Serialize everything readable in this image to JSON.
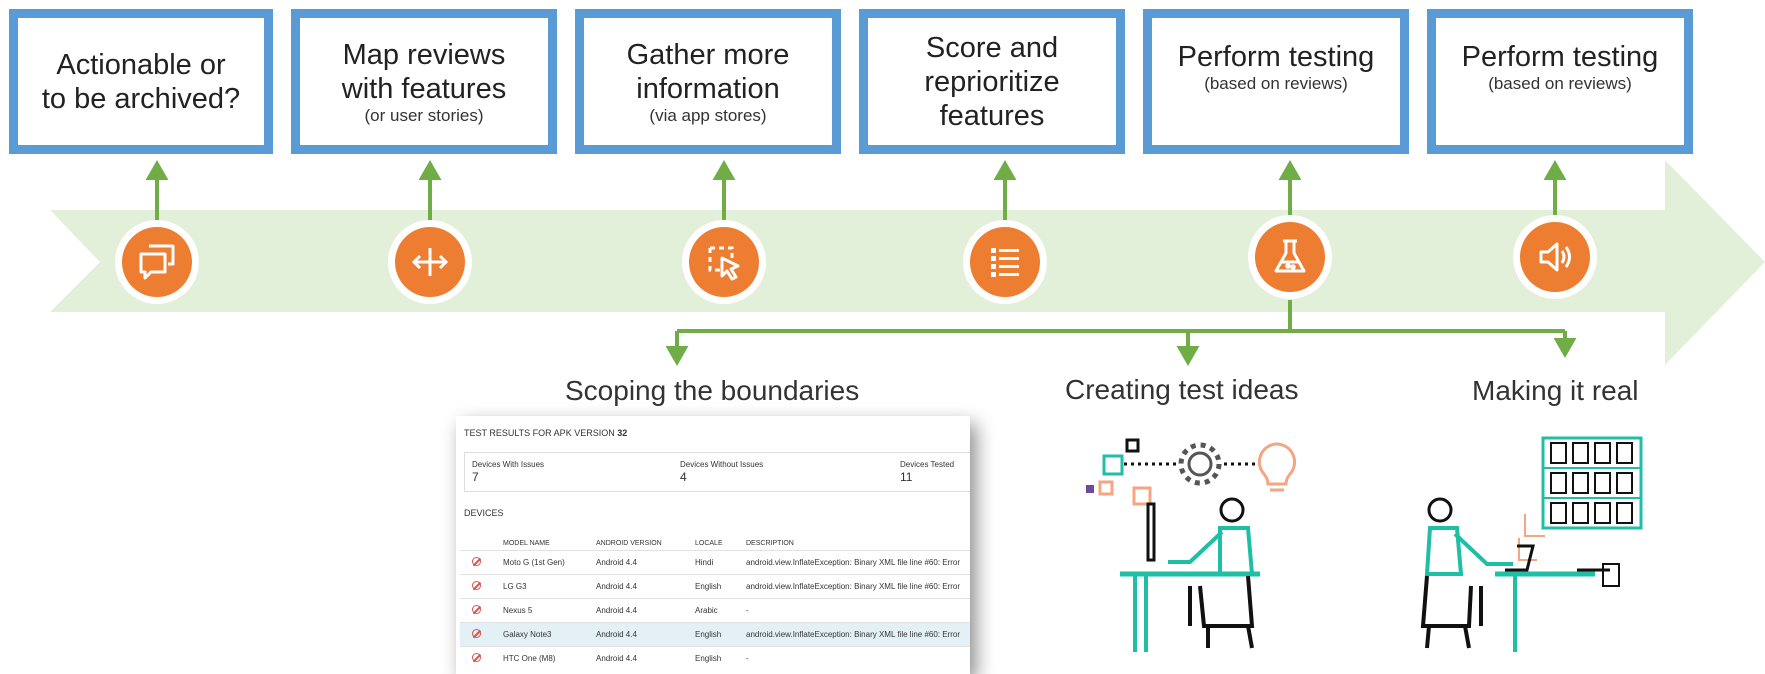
{
  "steps": [
    {
      "title": "Actionable or\nto be archived?",
      "sub": "",
      "icon": "chat-bubbles-icon"
    },
    {
      "title": "Map reviews\nwith features",
      "sub": "(or user stories)",
      "icon": "horizontal-arrows-icon"
    },
    {
      "title": "Gather more\ninformation",
      "sub": "(via app stores)",
      "icon": "selection-cursor-icon"
    },
    {
      "title": "Score and\nreprioritize\nfeatures",
      "sub": "",
      "icon": "list-icon"
    },
    {
      "title": "Perform testing",
      "sub": "(based on reviews)",
      "icon": "flask-icon"
    },
    {
      "title": "Perform testing",
      "sub": "(based on reviews)",
      "icon": "speaker-icon"
    }
  ],
  "captions": {
    "scoping": "Scoping the boundaries",
    "ideas": "Creating test ideas",
    "real": "Making it real"
  },
  "screenshot": {
    "heading_prefix": "TEST RESULTS FOR APK VERSION ",
    "heading_version": "32",
    "stats": [
      {
        "label": "Devices With Issues",
        "value": "7"
      },
      {
        "label": "Devices Without Issues",
        "value": "4"
      },
      {
        "label": "Devices Tested",
        "value": "11"
      }
    ],
    "section": "DEVICES",
    "columns": [
      "MODEL NAME",
      "ANDROID VERSION",
      "LOCALE",
      "DESCRIPTION"
    ],
    "rows": [
      {
        "model": "Moto G (1st Gen)",
        "version": "Android 4.4",
        "locale": "Hindi",
        "desc": "android.view.InflateException: Binary XML file line #60: Error"
      },
      {
        "model": "LG G3",
        "version": "Android 4.4",
        "locale": "English",
        "desc": "android.view.InflateException: Binary XML file line #60: Error"
      },
      {
        "model": "Nexus 5",
        "version": "Android 4.4",
        "locale": "Arabic",
        "desc": "-"
      },
      {
        "model": "Galaxy Note3",
        "version": "Android 4.4",
        "locale": "English",
        "desc": "android.view.InflateException: Binary XML file line #60: Error"
      },
      {
        "model": "HTC One (M8)",
        "version": "Android 4.4",
        "locale": "English",
        "desc": "-"
      }
    ]
  },
  "colors": {
    "accent": "#ed7d31",
    "box_border": "#5b9bd5",
    "arrow": "#e2efd9",
    "connector": "#70ad47",
    "teal": "#1fbfa6"
  }
}
